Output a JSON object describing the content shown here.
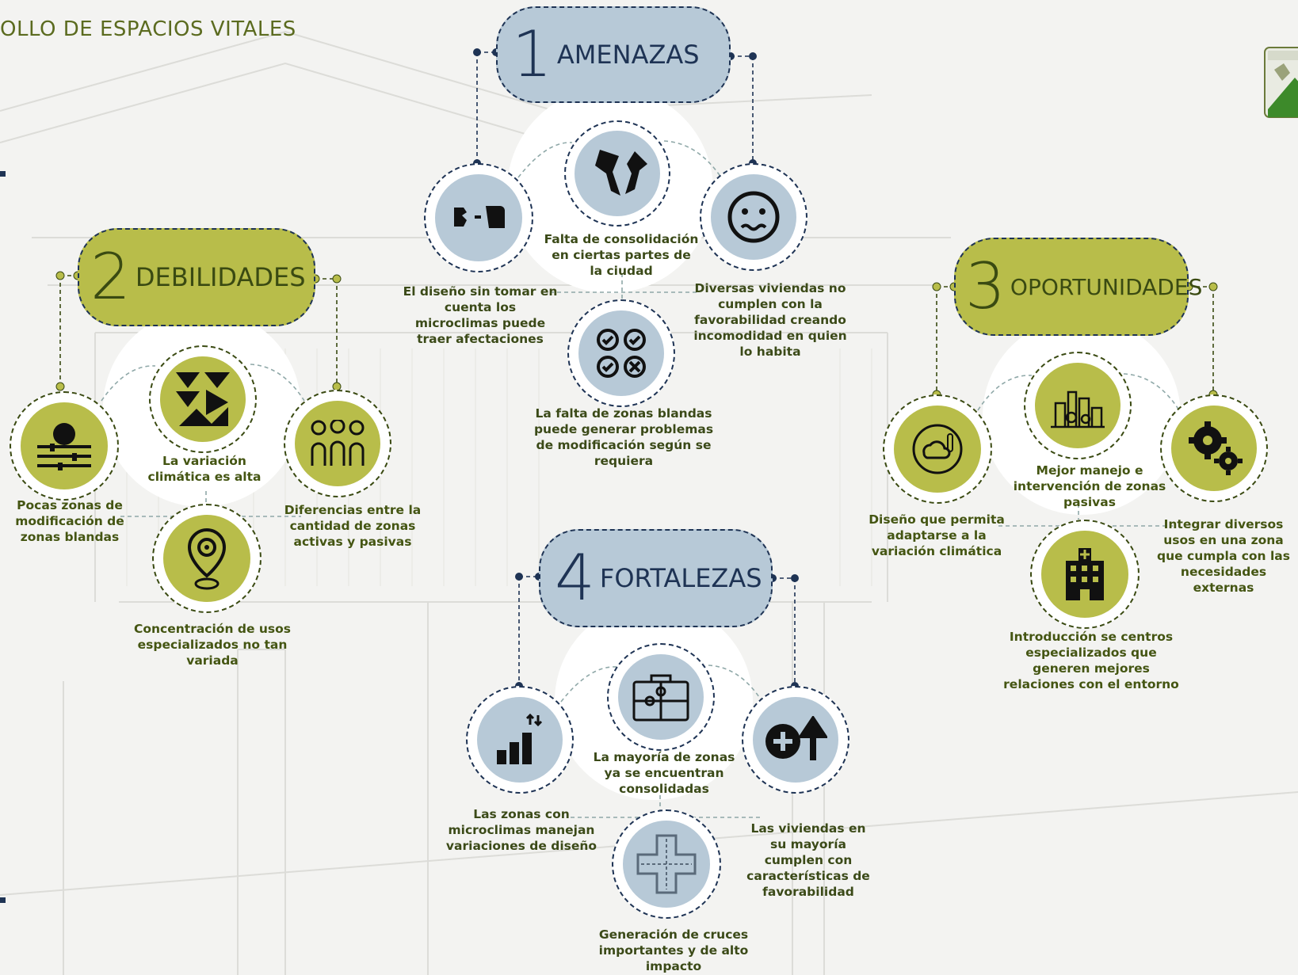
{
  "header": {
    "title": "OLLO DE ESPACIOS VITALES"
  },
  "colors": {
    "navy": "#1e3354",
    "blue": "#b7c9d7",
    "olive": "#b8bd4a",
    "text": "#445512"
  },
  "sections": {
    "amenazas": {
      "num": "1",
      "title": "AMENAZAS",
      "items": [
        "El diseño sin tomar en cuenta los microclimas puede traer afectaciones",
        "Falta de consolidación en ciertas partes de la ciudad",
        "Diversas viviendas no cumplen con la favorabilidad creando incomodidad en quien lo habita",
        "La falta de zonas blandas puede generar problemas de modificación según se requiera"
      ]
    },
    "debilidades": {
      "num": "2",
      "title": "DEBILIDADES",
      "items": [
        "Pocas zonas de modificación de zonas blandas",
        "La variación climática es alta",
        "Diferencias entre la cantidad de zonas activas y pasivas",
        "Concentración de usos especializados no tan variada"
      ]
    },
    "oportunidades": {
      "num": "3",
      "title": "OPORTUNIDADES",
      "items": [
        "Diseño que permita adaptarse a la variación climática",
        "Mejor manejo e intervención de zonas pasivas",
        "Integrar diversos usos en una zona que cumpla con las necesidades externas",
        "Introducción se centros especializados que generen mejores relaciones con el entorno"
      ]
    },
    "fortalezas": {
      "num": "4",
      "title": "FORTALEZAS",
      "items": [
        "Las zonas con microclimas manejan variaciones de diseño",
        "La mayoría de zonas ya se encuentran consolidadas",
        "Las viviendas en su mayoría cumplen con características de favorabilidad",
        "Generación de cruces importantes y de alto impacto"
      ]
    }
  }
}
